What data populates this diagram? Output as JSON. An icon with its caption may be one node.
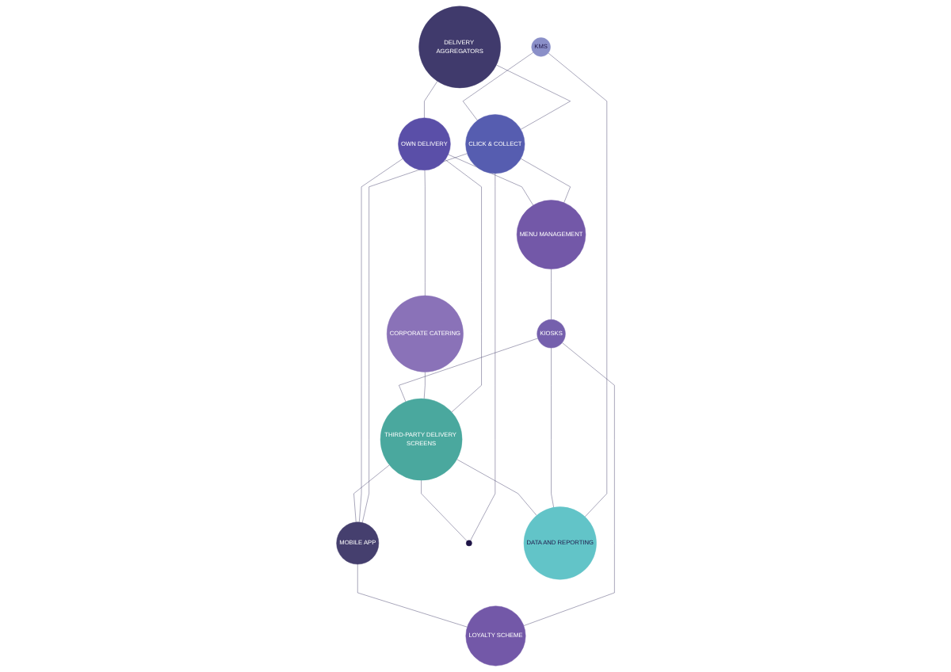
{
  "diagram": {
    "nodes": [
      {
        "text": [
          "DELIVERY AGGREGATORS"
        ]
      },
      {
        "text": [
          "KMS"
        ]
      },
      {
        "text": [
          "CLICK & COLLECT"
        ]
      },
      {
        "text": [
          "OWN DELIVERY"
        ]
      },
      {
        "text": [
          "CORPORATE CATERING"
        ]
      },
      {
        "text": [
          "MOBILE APP"
        ]
      },
      {
        "text": [],
        "shape": "circle"
      },
      {
        "text": [
          "MENU MANAGEMENT"
        ]
      },
      {
        "text": [
          "LOYALTY SCHEME"
        ]
      },
      {
        "text": [
          "KIOSKS"
        ]
      },
      {
        "text": [
          "DATA AND REPORTING"
        ]
      },
      {
        "text": [
          "THIRD-PARTY DELIVERY SCREENS"
        ]
      }
    ],
    "edges": [
      {
        "from": 0,
        "to": 2,
        "arrow": "none"
      },
      {
        "from": 0,
        "to": 3,
        "arrow": "none"
      },
      {
        "from": 1,
        "to": 2,
        "arrow": "none"
      },
      {
        "from": 1,
        "to": 10,
        "arrow": "none"
      },
      {
        "from": 2,
        "to": 5,
        "arrow": "none"
      },
      {
        "from": 2,
        "to": 6,
        "arrow": "none"
      },
      {
        "from": 2,
        "to": 7,
        "arrow": "none"
      },
      {
        "from": 3,
        "to": 4,
        "arrow": "none"
      },
      {
        "from": 3,
        "to": 5,
        "arrow": "none"
      },
      {
        "from": 3,
        "to": 11,
        "arrow": "none"
      },
      {
        "from": 3,
        "to": 7,
        "arrow": "none"
      },
      {
        "from": 4,
        "to": 11,
        "arrow": "none"
      },
      {
        "from": 7,
        "to": 9,
        "arrow": "none"
      },
      {
        "from": 9,
        "to": 8,
        "arrow": "none"
      },
      {
        "from": 9,
        "to": 10,
        "arrow": "none"
      },
      {
        "from": 9,
        "to": 11,
        "arrow": "none"
      },
      {
        "from": 11,
        "to": 6,
        "arrow": "none"
      },
      {
        "from": 11,
        "to": 5,
        "arrow": "none"
      },
      {
        "from": 11,
        "to": 10,
        "arrow": "none"
      },
      {
        "from": 5,
        "to": 8,
        "arrow": "none"
      }
    ]
  }
}
